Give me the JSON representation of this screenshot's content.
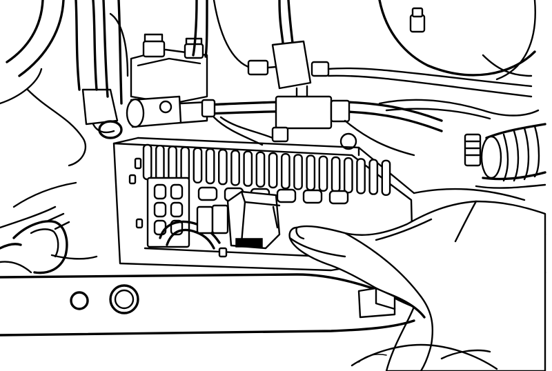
{
  "illustration": {
    "fuse_block": {
      "top_row_slots": 20,
      "mid_row_slots": 6,
      "left_relay_cells": 6
    }
  }
}
